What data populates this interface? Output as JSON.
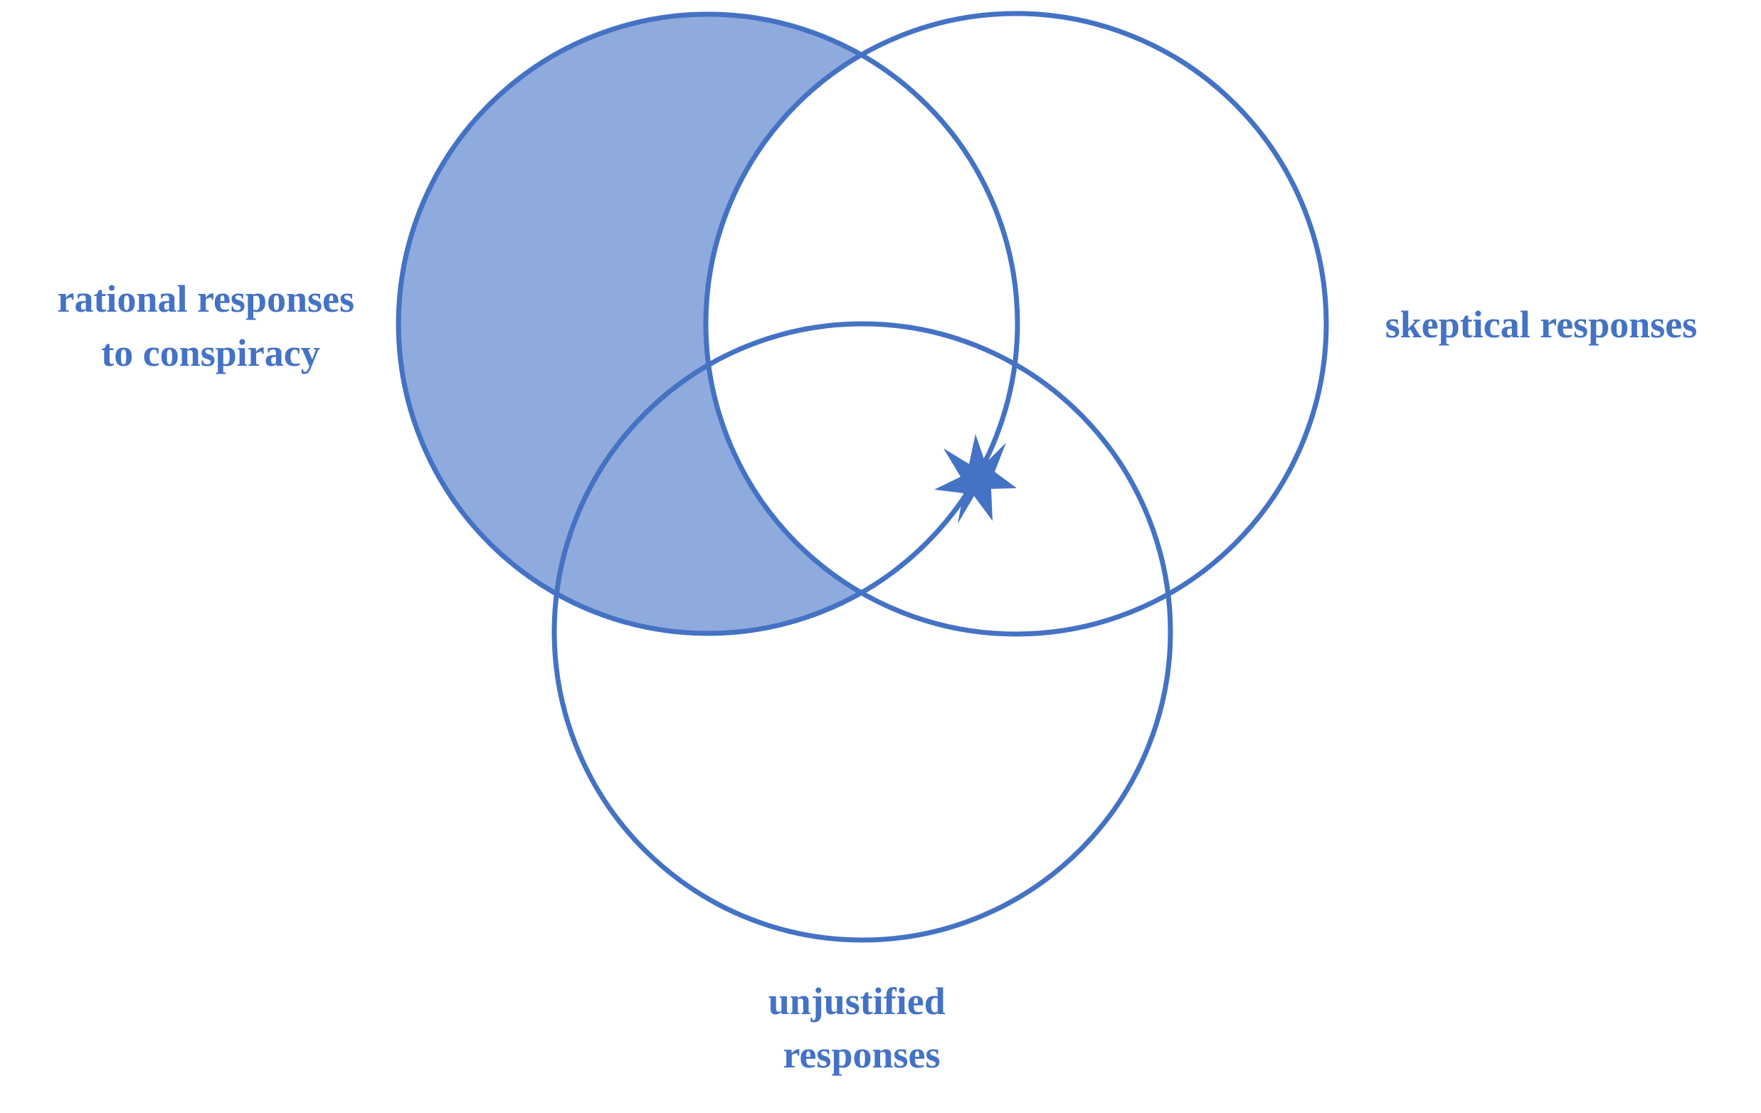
{
  "colors": {
    "stroke": "#4472c4",
    "shaded_fill": "#8faadc",
    "label": "#4472c4",
    "star": "#4472c4",
    "background": "#ffffff"
  },
  "sets": {
    "rational": {
      "label_lines": [
        "rational responses",
        "to conspiracy"
      ],
      "shaded": "only-outside-skeptical"
    },
    "skeptical": {
      "label_lines": [
        "skeptical responses"
      ]
    },
    "unjustified": {
      "label_lines": [
        "unjustified",
        "responses"
      ]
    }
  },
  "marker": {
    "icon": "star-icon",
    "region": "skeptical-and-unjustified-boundary"
  }
}
